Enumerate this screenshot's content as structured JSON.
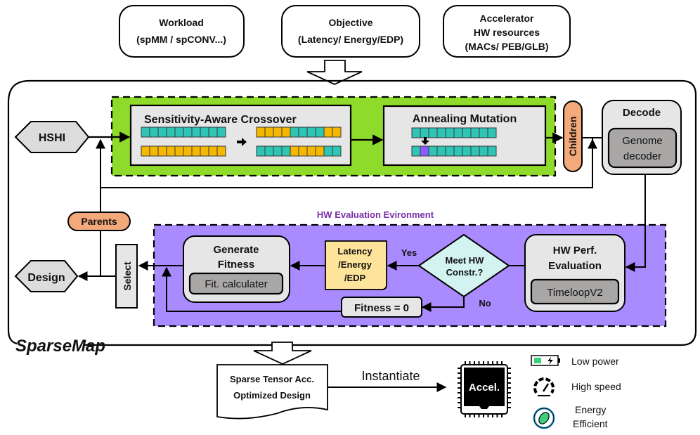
{
  "inputs": [
    {
      "title": "Workload",
      "lines": [
        "(spMM / spCONV...)"
      ]
    },
    {
      "title": "Objective",
      "lines": [
        "(Latency/ Energy/EDP)"
      ]
    },
    {
      "title": "Accelerator",
      "lines": [
        "HW resources",
        "(MACs/ PEB/GLB)"
      ]
    }
  ],
  "framework": {
    "name": "SparseMap",
    "hshi_label": "HSHI",
    "design_label": "Design",
    "parents_label": "Parents",
    "children_label": "Children",
    "select_label": "Select"
  },
  "genetic_ops": {
    "crossover": {
      "title": "Sensitivity-Aware Crossover",
      "parent_a": [
        "t",
        "t",
        "t",
        "t",
        "t",
        "t",
        "t",
        "t",
        "t",
        "t"
      ],
      "parent_b": [
        "y",
        "y",
        "y",
        "y",
        "y",
        "y",
        "y",
        "y",
        "y",
        "y"
      ],
      "child_a": [
        "y",
        "y",
        "y",
        "y",
        "t",
        "t",
        "t",
        "t",
        "y",
        "y"
      ],
      "child_b": [
        "t",
        "t",
        "t",
        "t",
        "y",
        "y",
        "y",
        "y",
        "t",
        "t"
      ]
    },
    "mutation": {
      "title": "Annealing Mutation",
      "before": [
        "t",
        "t",
        "t",
        "t",
        "t",
        "t",
        "t",
        "t",
        "t",
        "t"
      ],
      "after": [
        "t",
        "p",
        "t",
        "t",
        "t",
        "t",
        "t",
        "t",
        "t",
        "t"
      ]
    }
  },
  "decode": {
    "title": "Decode",
    "inner_lines": [
      "Genome",
      "decoder"
    ]
  },
  "hw_env": {
    "title": "HW Evaluation  Evironment",
    "perf_eval": {
      "lines": [
        "HW Perf.",
        "Evaluation"
      ],
      "tool": "TimeloopV2"
    },
    "constraint": {
      "lines": [
        "Meet HW",
        "Constr.?"
      ],
      "yes": "Yes",
      "no": "No"
    },
    "metrics": {
      "lines": [
        "Latency",
        "/Energy",
        "/EDP"
      ]
    },
    "fitness_zero": "Fitness = 0",
    "gen_fitness": {
      "lines": [
        "Generate",
        "Fitness"
      ],
      "tool": "Fit. calculater"
    }
  },
  "output": {
    "doc_lines": [
      "Sparse Tensor Acc.",
      "Optimized Design"
    ],
    "instantiate_label": "Instantiate",
    "chip_label": "Accel."
  },
  "legend": [
    {
      "icon": "battery-icon",
      "lines": [
        "Low power"
      ]
    },
    {
      "icon": "speedometer-icon",
      "lines": [
        "High speed"
      ]
    },
    {
      "icon": "leaf-recycle-icon",
      "lines": [
        "Energy",
        "Efficient"
      ]
    }
  ],
  "colors": {
    "teal": "#2ec4b6",
    "yellow": "#f5b800",
    "purple_gene": "#8a5cff",
    "green_panel": "#8fdb2b",
    "purple_panel": "#a98bff",
    "orange_pill": "#f4a97a",
    "gray_box": "#e6e6e6",
    "dark_gray_box": "#a9a6a6",
    "diamond": "#d3f3f1",
    "metrics": "#fde49a",
    "env_title": "#7a2fa8",
    "battery_green": "#3dd07a",
    "recycle_blue": "#3aa6e0",
    "leaf_green": "#3cd07e"
  }
}
